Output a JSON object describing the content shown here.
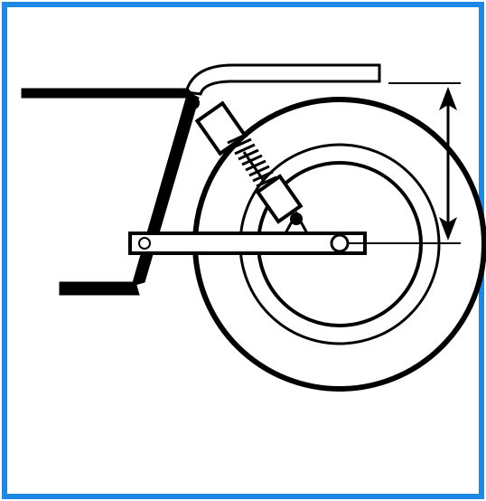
{
  "diagram": {
    "type": "suspension-schematic",
    "colors": {
      "frame_border": "#1e88e5",
      "stroke": "#000000",
      "background": "#ffffff"
    },
    "parts": [
      "chassis-frame",
      "fender",
      "wheel-tire",
      "wheel-rim",
      "swing-arm",
      "shock-absorber",
      "coil-spring",
      "pivot-bolt",
      "axle",
      "travel-arrow",
      "reference-lines"
    ]
  }
}
